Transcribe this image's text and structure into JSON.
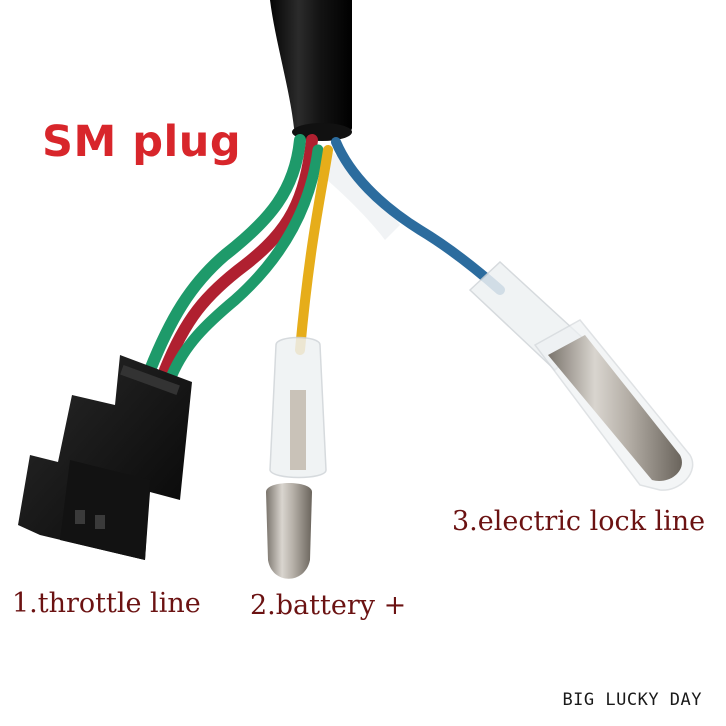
{
  "title": "SM plug",
  "labels": {
    "throttle": "1.throttle line",
    "battery": "2.battery +",
    "lock": "3.electric lock line"
  },
  "watermark": "BIG LUCKY DAY",
  "colors": {
    "title_red": "#d8262b",
    "label_maroon": "#6b1212",
    "cable_black": "#1b1b1b",
    "wire_green": "#1e9a6a",
    "wire_red": "#b02030",
    "wire_yellow": "#e6ad1a",
    "wire_blue": "#2c6c9e"
  }
}
